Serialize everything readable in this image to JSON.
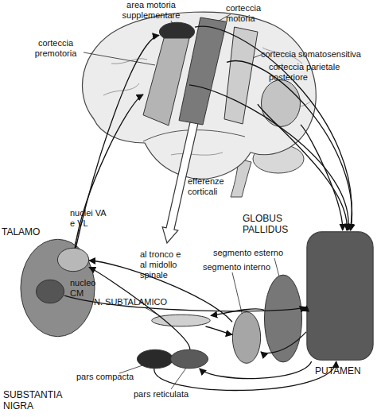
{
  "diagram": {
    "nodes": [
      {
        "text": [
          "area motoria supplementare"
        ]
      },
      {
        "text": [
          "corteccia motoria"
        ]
      },
      {
        "text": [
          "corteccia premotoria"
        ]
      },
      {
        "text": [
          "corteccia somatosensitiva"
        ]
      },
      {
        "text": [
          "corteccia parietale posteriore"
        ]
      },
      {
        "text": [
          "TALAMO"
        ]
      },
      {
        "text": [
          "nuclei VA e VL"
        ],
        "in": 5
      },
      {
        "text": [
          "nucleo CM"
        ],
        "in": 5
      },
      {
        "text": [
          "segmento esterno"
        ]
      },
      {
        "text": [
          "segmento interno"
        ]
      },
      {
        "text": [
          "N. SUBTALAMICO"
        ]
      },
      {
        "text": [
          "PUTAMEN"
        ]
      },
      {
        "text": [
          "pars compacta"
        ]
      },
      {
        "text": [
          "pars reticulata"
        ]
      }
    ],
    "edges": [
      {
        "from": 0,
        "to": 11,
        "arrow": "to"
      },
      {
        "from": 1,
        "to": 11,
        "arrow": "to"
      },
      {
        "from": 2,
        "to": 11,
        "arrow": "to"
      },
      {
        "from": 3,
        "to": 11,
        "arrow": "to"
      },
      {
        "from": 4,
        "to": 11,
        "arrow": "to"
      },
      {
        "from": 11,
        "to": 8,
        "arrow": "to"
      },
      {
        "from": 11,
        "to": 9,
        "arrow": "to"
      },
      {
        "from": 11,
        "to": 13,
        "arrow": "to"
      },
      {
        "from": 12,
        "to": 11,
        "arrow": "to"
      },
      {
        "from": 8,
        "to": 10,
        "arrow": "to"
      },
      {
        "from": 10,
        "to": 9,
        "arrow": "to"
      },
      {
        "from": 9,
        "to": 6,
        "arrow": "to"
      },
      {
        "from": 13,
        "to": 6,
        "arrow": "to"
      },
      {
        "from": 7,
        "to": 11,
        "arrow": "to"
      },
      {
        "from": 6,
        "to": 2,
        "arrow": "to"
      },
      {
        "from": 6,
        "to": 0,
        "arrow": "to"
      }
    ],
    "labels": [
      "efferenze corticali",
      "al tronco e al midollo spinale",
      "GLOBUS PALLIDUS",
      "SUBSTANTIA NIGRA"
    ]
  }
}
